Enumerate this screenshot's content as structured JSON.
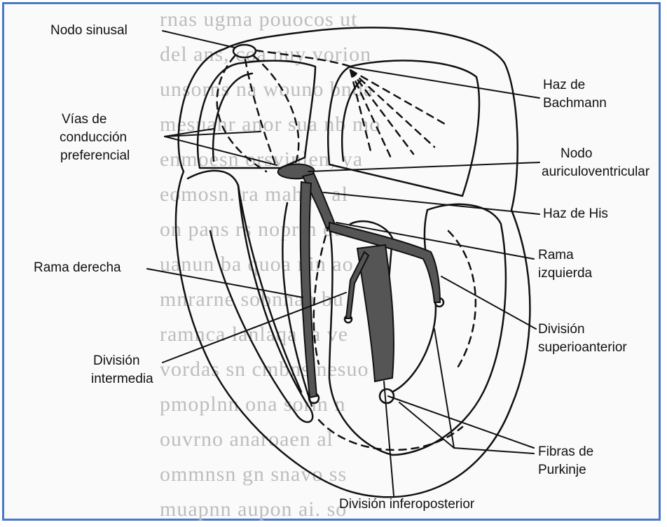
{
  "colors": {
    "border": "#4a78c8",
    "ink": "#111111",
    "conduction": "#555555",
    "background_text": "#bdbdbd"
  },
  "labels": {
    "nodo_sinusal": "Nodo sinusal",
    "vias_1": "Vías de",
    "vias_2": "conducción",
    "vias_3": "preferencial",
    "rama_derecha": "Rama derecha",
    "division_intermedia_1": "División",
    "division_intermedia_2": "intermedia",
    "haz_bachmann_1": "Haz de",
    "haz_bachmann_2": "Bachmann",
    "nodo_av_1": "Nodo",
    "nodo_av_2": "auriculoventricular",
    "haz_his": "Haz de His",
    "rama_izquierda_1": "Rama",
    "rama_izquierda_2": "izquierda",
    "division_superoanterior_1": "División",
    "division_superoanterior_2": "superioanterior",
    "fibras_purkinje_1": "Fibras de",
    "fibras_purkinje_2": "Purkinje",
    "division_inferoposterior": "División inferoposterior"
  }
}
